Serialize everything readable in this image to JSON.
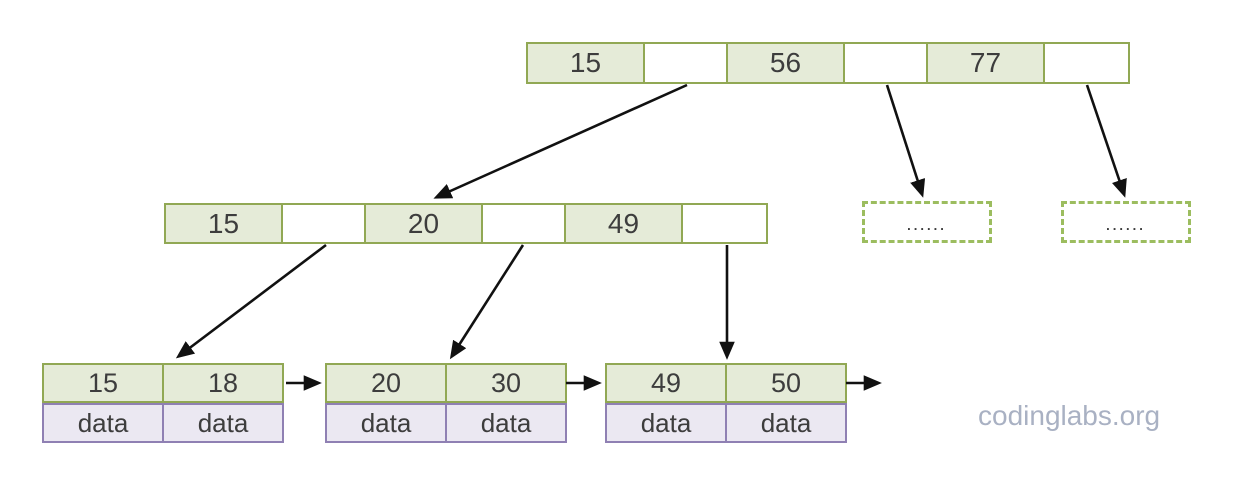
{
  "watermark": {
    "text": "codinglabs.org"
  },
  "colors": {
    "node_border": "#91a854",
    "node_fill": "#e5ebd8",
    "data_cell_border": "#8f80b3",
    "data_cell_fill": "#ebe8f2",
    "dashed_node_border": "#9cbd5f",
    "arrow": "#111111",
    "text": "#3d3d3d",
    "watermark_color": "#a9b1c3"
  },
  "tree": {
    "root": {
      "keys": [
        "15",
        "56",
        "77"
      ]
    },
    "internal": {
      "keys": [
        "15",
        "20",
        "49"
      ]
    },
    "ellipsis": {
      "left": "......",
      "right": "......"
    },
    "leaves": [
      {
        "keys": [
          "15",
          "18"
        ],
        "data": [
          "data",
          "data"
        ]
      },
      {
        "keys": [
          "20",
          "30"
        ],
        "data": [
          "data",
          "data"
        ]
      },
      {
        "keys": [
          "49",
          "50"
        ],
        "data": [
          "data",
          "data"
        ]
      }
    ]
  }
}
